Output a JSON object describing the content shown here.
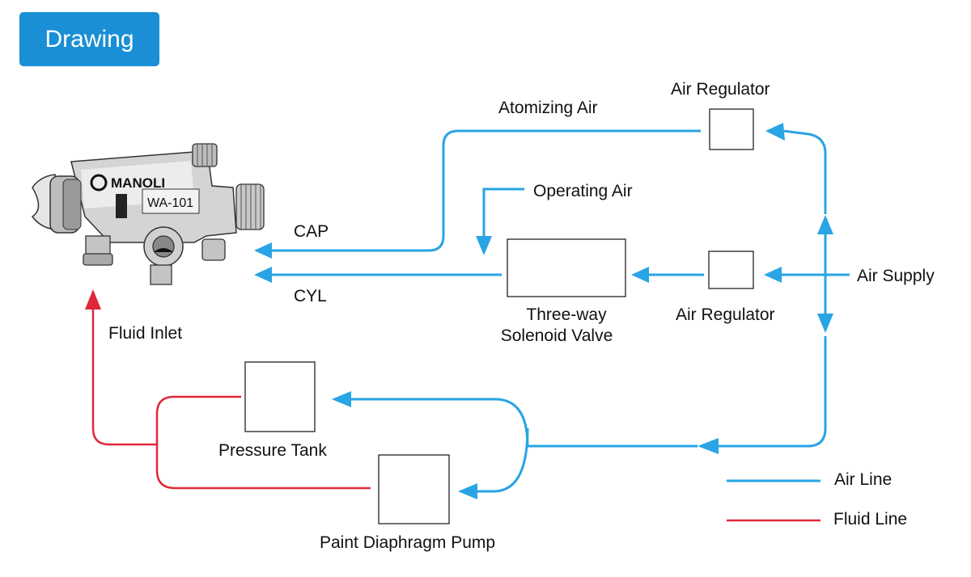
{
  "header": {
    "title": "Drawing"
  },
  "gun": {
    "brand": "MANOLI",
    "model": "WA-101"
  },
  "labels": {
    "atomizing_air": "Atomizing Air",
    "air_regulator_top": "Air Regulator",
    "operating_air": "Operating Air",
    "cap": "CAP",
    "cyl": "CYL",
    "valve_line1": "Three-way",
    "valve_line2": "Solenoid Valve",
    "air_regulator_mid": "Air Regulator",
    "air_supply": "Air Supply",
    "fluid_inlet": "Fluid Inlet",
    "pressure_tank": "Pressure Tank",
    "pump": "Paint Diaphragm Pump"
  },
  "legend": {
    "air_line": "Air Line",
    "fluid_line": "Fluid Line"
  },
  "colors": {
    "air": "#29a4e4",
    "fluid": "#e0283a",
    "header": "#1a8fd6"
  }
}
